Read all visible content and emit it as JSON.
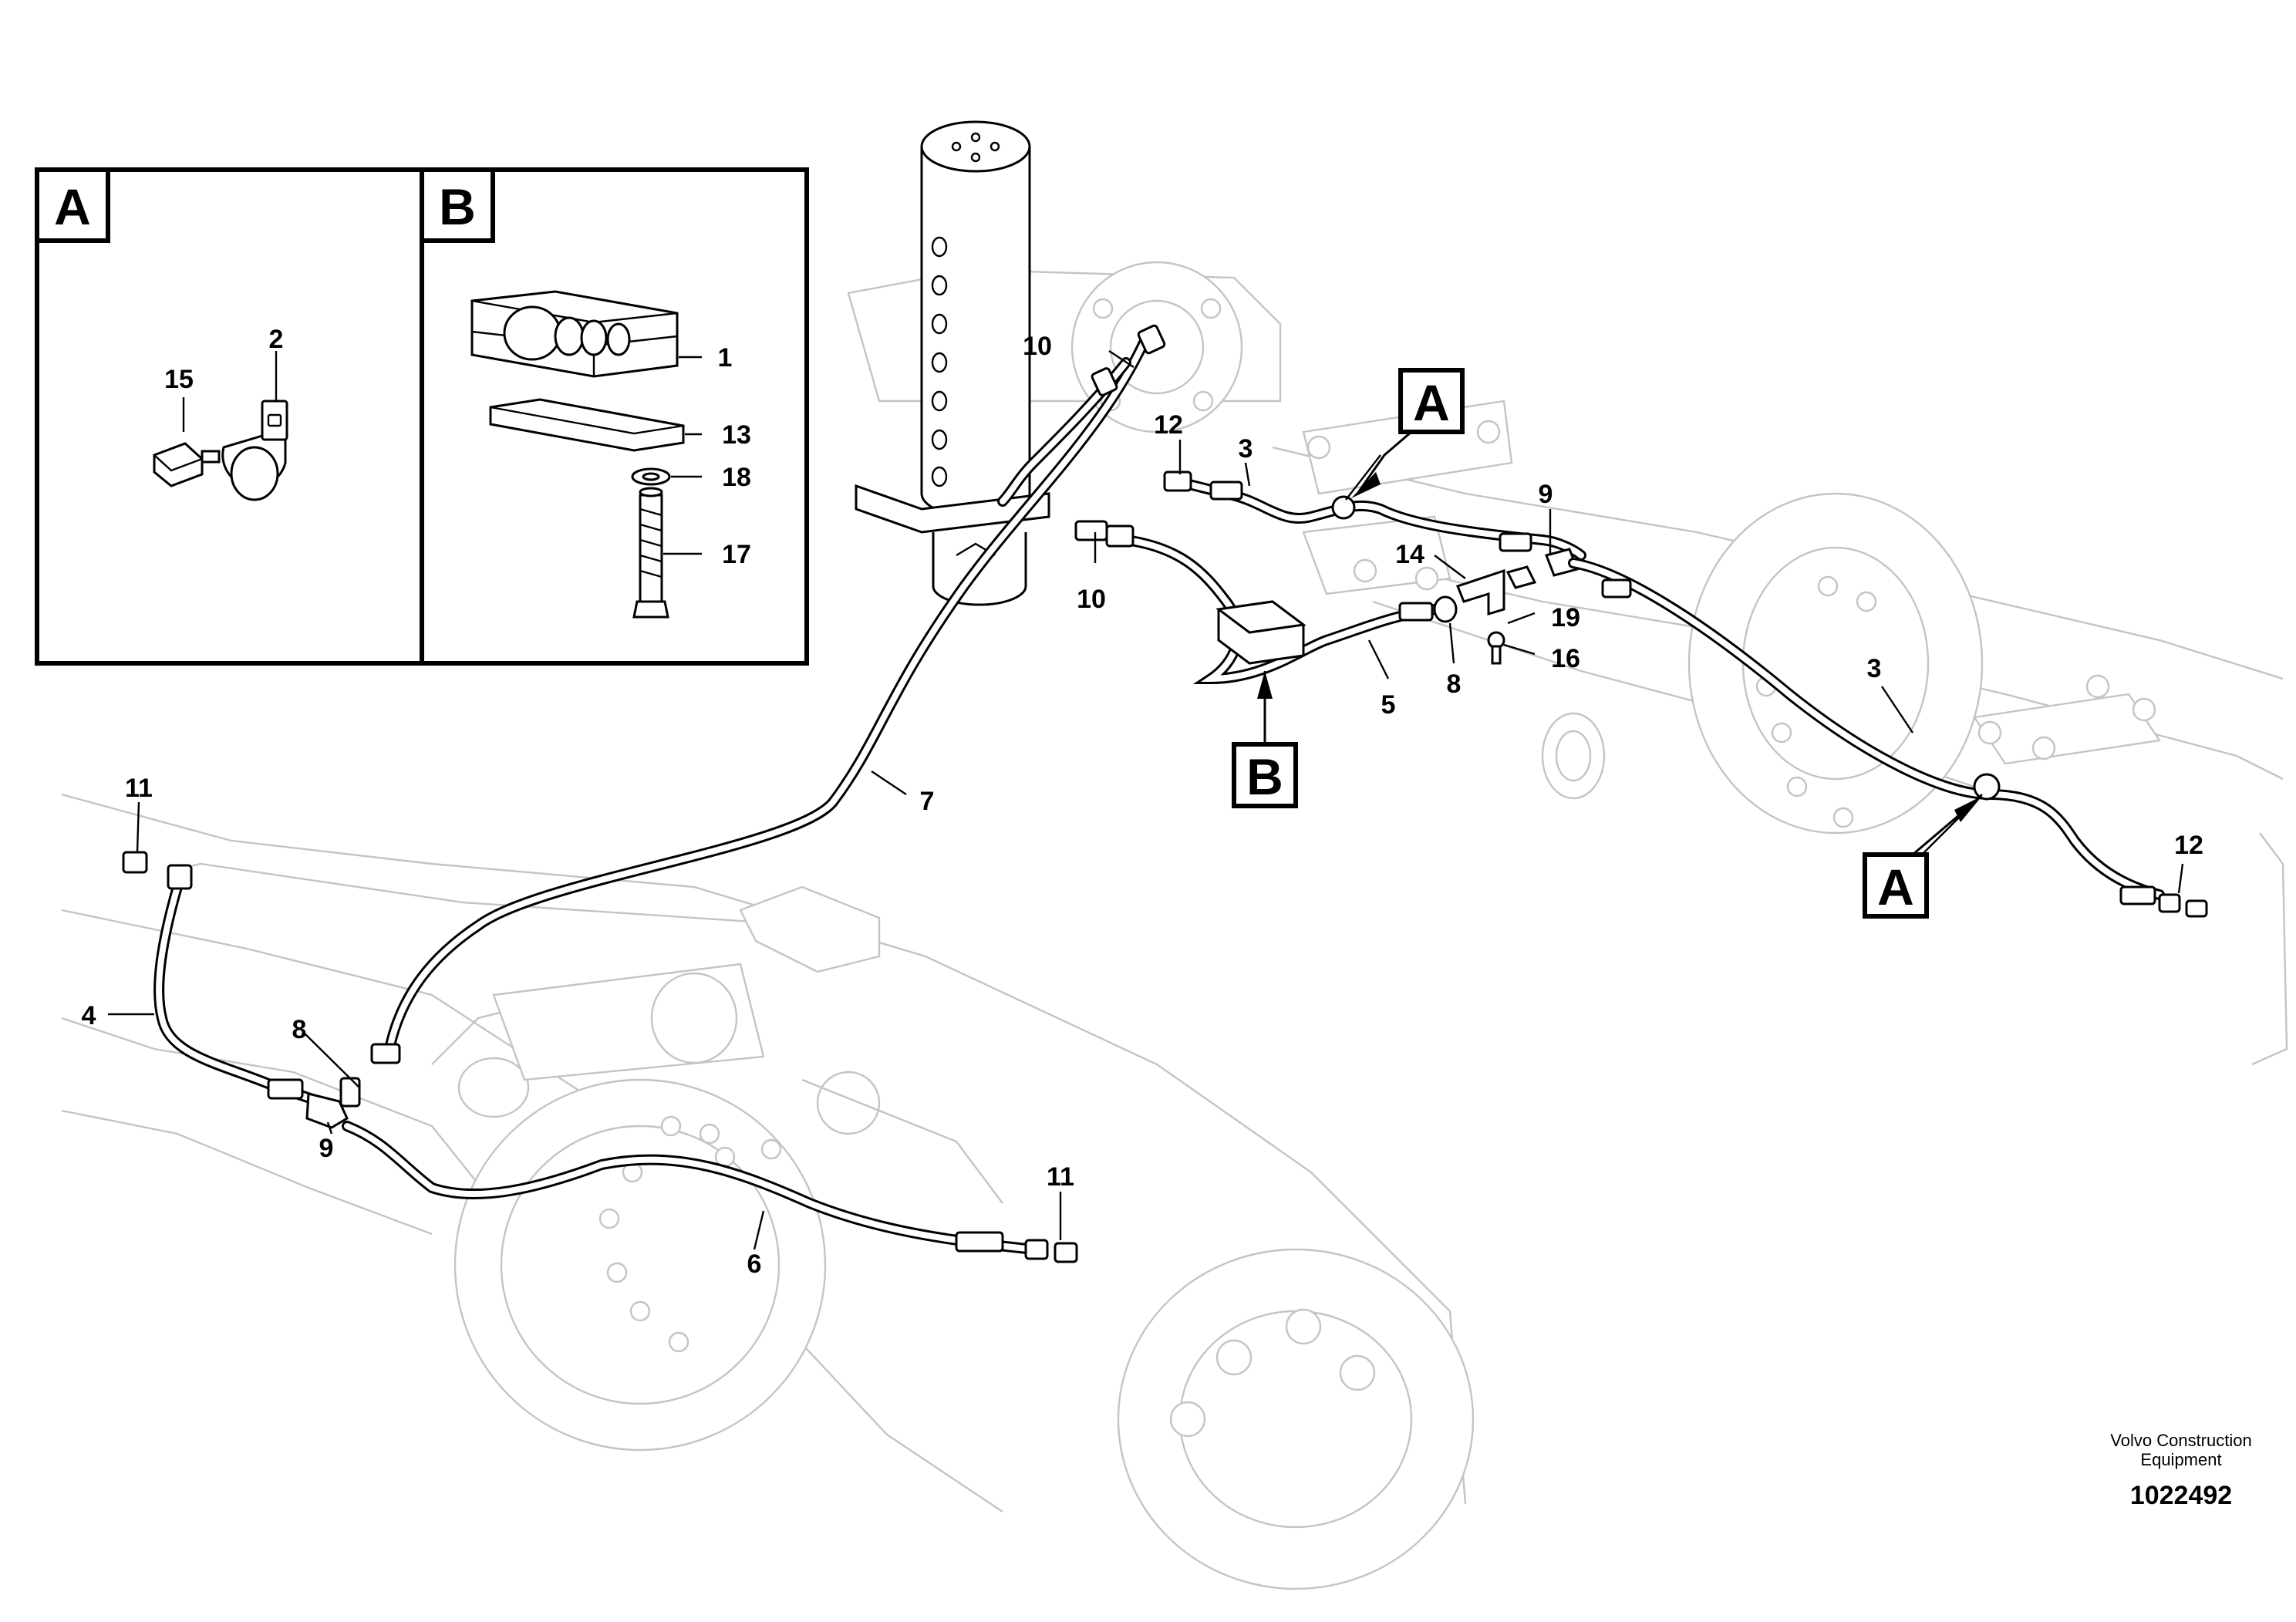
{
  "views": {
    "view_a_label": "A",
    "view_b_label": "B"
  },
  "callouts": {
    "a_15": "15",
    "a_2": "2",
    "b_1": "1",
    "b_13": "13",
    "b_18": "18",
    "b_17": "17",
    "m_10_top": "10",
    "m_10_mid": "10",
    "m_12_top": "12",
    "m_3_top": "3",
    "m_a_top": "A",
    "m_9_top": "9",
    "m_14": "14",
    "m_19": "19",
    "m_16": "16",
    "m_8_right": "8",
    "m_5": "5",
    "m_b": "B",
    "m_7": "7",
    "m_3_right": "3",
    "m_a_right": "A",
    "m_12_right": "12",
    "m_11_left": "11",
    "m_4": "4",
    "m_8_left": "8",
    "m_9_left": "9",
    "m_6": "6",
    "m_11_bottom": "11"
  },
  "footer": {
    "brand_line1": "Volvo Construction",
    "brand_line2": "Equipment",
    "drawing_number": "1022492"
  }
}
